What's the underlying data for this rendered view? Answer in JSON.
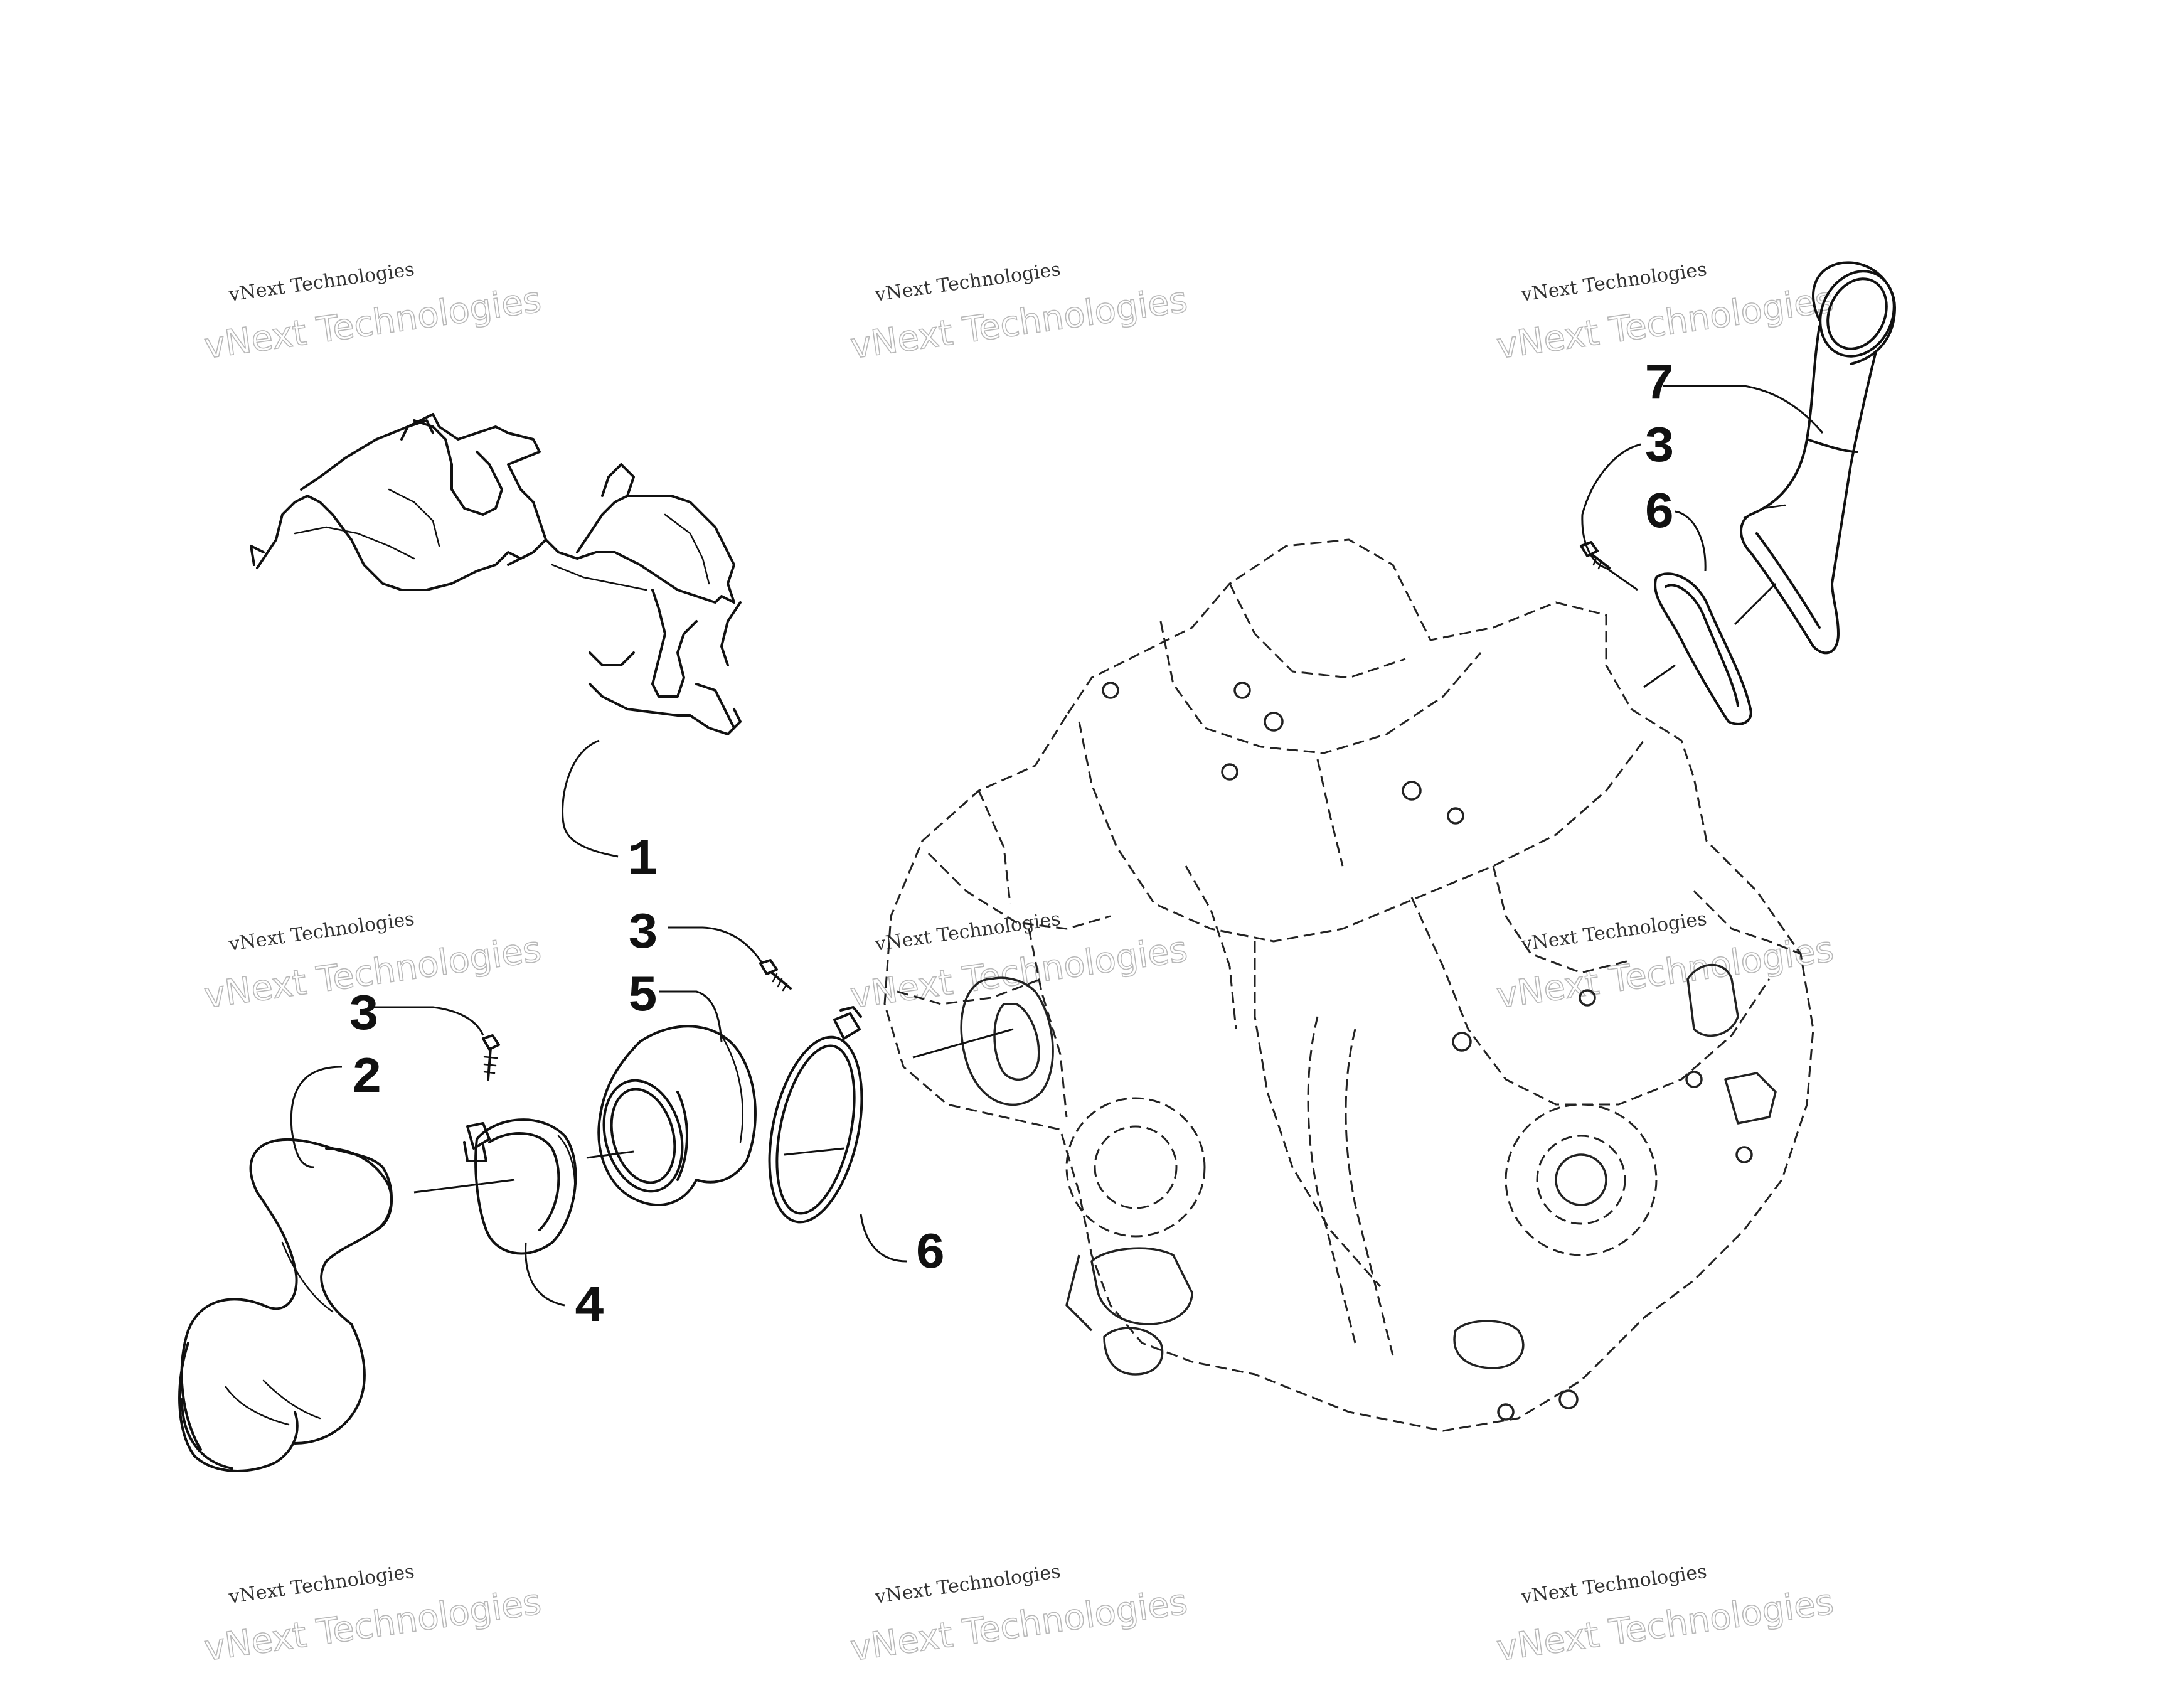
{
  "watermark": {
    "line1": "vNext Technologies",
    "line2": "vNext Technologies"
  },
  "callouts": [
    {
      "id": "c1",
      "label": "1"
    },
    {
      "id": "c2",
      "label": "2"
    },
    {
      "id": "c3a",
      "label": "3"
    },
    {
      "id": "c3b",
      "label": "3"
    },
    {
      "id": "c3c",
      "label": "3"
    },
    {
      "id": "c4",
      "label": "4"
    },
    {
      "id": "c5",
      "label": "5"
    },
    {
      "id": "c6a",
      "label": "6"
    },
    {
      "id": "c6b",
      "label": "6"
    },
    {
      "id": "c7",
      "label": "7"
    }
  ]
}
